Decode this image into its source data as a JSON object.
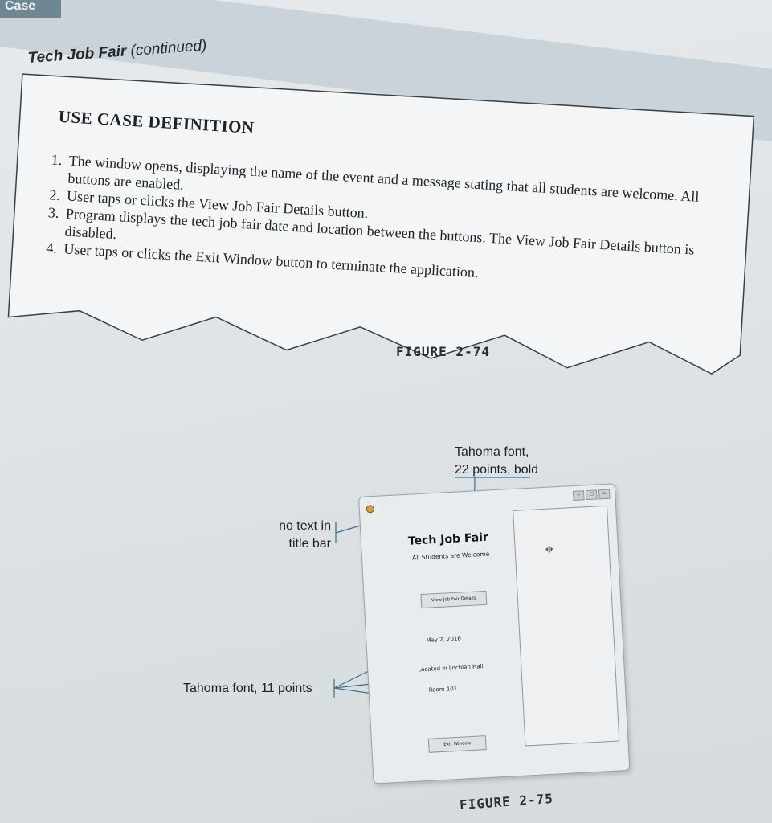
{
  "case_tab": "Case",
  "header": {
    "title_bold": "Tech Job Fair",
    "title_rest": " (continued)"
  },
  "use_case": {
    "title": "USE CASE DEFINITION",
    "steps": [
      {
        "num": "1.",
        "text": "The window opens, displaying the name of the event and a message stating that all students are welcome. All buttons are enabled."
      },
      {
        "num": "2.",
        "text": "User taps or clicks the View Job Fair Details button."
      },
      {
        "num": "3.",
        "text": "Program displays the tech job fair date and location between the buttons. The View Job Fair Details button is disabled."
      },
      {
        "num": "4.",
        "text": "User taps or clicks the Exit Window button to terminate the application."
      }
    ],
    "figure_label": "FIGURE 2-74"
  },
  "annotations": {
    "font_bold_line1": "Tahoma font,",
    "font_bold_line2": "22 points, bold",
    "no_title_line1": "no text in",
    "no_title_line2": "title bar",
    "font_11": "Tahoma font, 11 points"
  },
  "app": {
    "title": "Tech Job Fair",
    "subtitle": "All Students are Welcome",
    "view_button": "View Job Fair Details",
    "date": "May 2, 2016",
    "location": "Located in Lochlan Hall",
    "room": "Room 101",
    "exit_button": "Exit Window",
    "controls": [
      "–",
      "□",
      "×"
    ]
  },
  "figure_label_2": "FIGURE 2-75"
}
